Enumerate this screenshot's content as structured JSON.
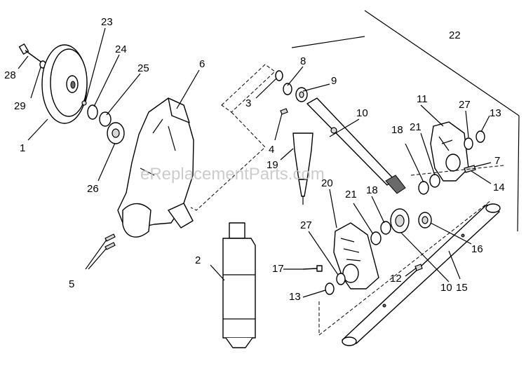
{
  "watermark": "eReplacementParts.com",
  "callouts": {
    "c1": "1",
    "c2": "2",
    "c3": "3",
    "c4": "4",
    "c5": "5",
    "c6": "6",
    "c7": "7",
    "c8": "8",
    "c9": "9",
    "c10a": "10",
    "c10b": "10",
    "c11": "11",
    "c12": "12",
    "c13a": "13",
    "c13b": "13",
    "c14": "14",
    "c15": "15",
    "c16": "16",
    "c17": "17",
    "c18a": "18",
    "c18b": "18",
    "c19": "19",
    "c20": "20",
    "c21a": "21",
    "c21b": "21",
    "c22": "22",
    "c23": "23",
    "c24": "24",
    "c25": "25",
    "c26": "26",
    "c27a": "27",
    "c27b": "27",
    "c28": "28",
    "c29": "29"
  }
}
